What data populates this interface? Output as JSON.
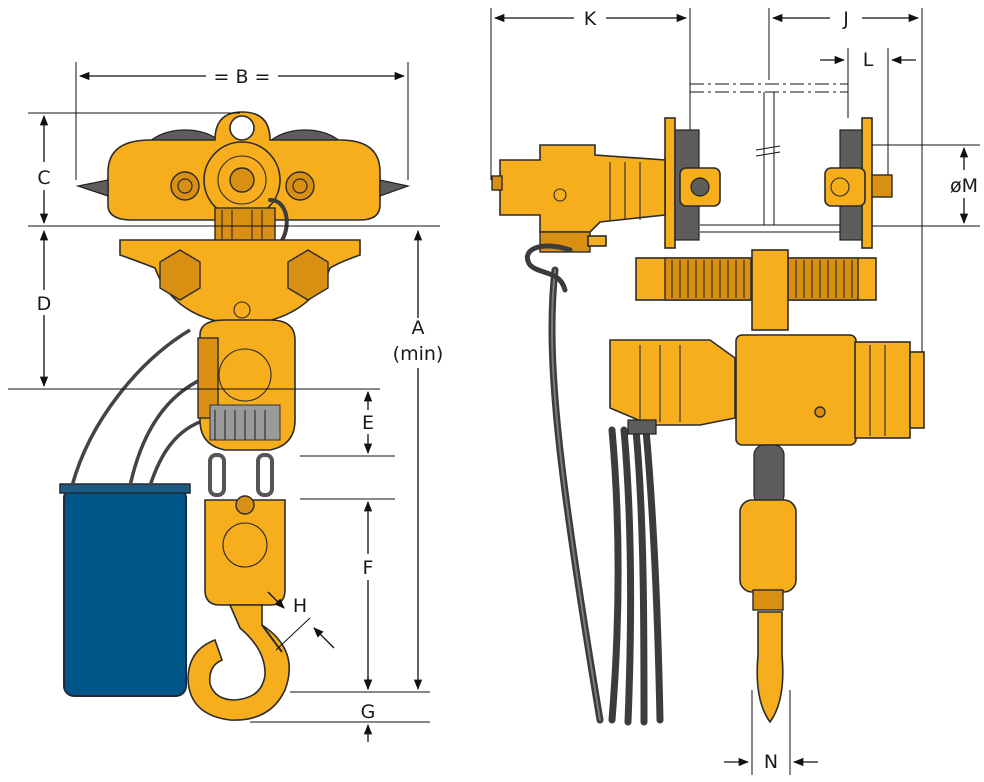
{
  "figure": {
    "labels": {
      "A": "A",
      "A_sub": "(min)",
      "B": "= B =",
      "C": "C",
      "D": "D",
      "E": "E",
      "F": "F",
      "G": "G",
      "H": "H",
      "J": "J",
      "K": "K",
      "L": "L",
      "M": "øM",
      "N": "N"
    },
    "colors": {
      "hoist_body": "#f6ae1c",
      "chain_bucket": "#005689",
      "hose": "#3c3c3c",
      "beam_line": "#111111"
    }
  }
}
